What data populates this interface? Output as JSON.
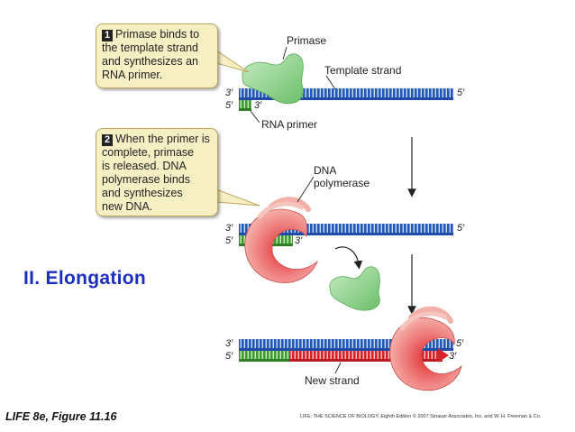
{
  "callouts": [
    {
      "number": "1",
      "text": "Primase binds to\nthe template strand\nand synthesizes an\nRNA primer."
    },
    {
      "number": "2",
      "text": "When the primer is\ncomplete, primase\nis released. DNA\npolymerase binds\nand synthesizes\nnew DNA."
    }
  ],
  "labels": {
    "primase": "Primase",
    "template_strand": "Template strand",
    "rna_primer": "RNA primer",
    "dna_polymerase": "DNA\npolymerase",
    "new_strand": "New strand"
  },
  "strand_ends": {
    "three_prime": "3′",
    "five_prime": "5′"
  },
  "section_title": "II.  Elongation",
  "footer": {
    "figure": "LIFE 8e, Figure 11.16",
    "credit": "LIFE: THE SCIENCE OF BIOLOGY, Eighth Edition  © 2007 Sinauer Associates, Inc. and W. H. Freeman & Co."
  },
  "colors": {
    "template_strand": "#2458b8",
    "rna_primer": "#3e9a2e",
    "new_strand": "#d8232a",
    "primase": "#9fd49a",
    "dna_polymerase": "#ea6d6d",
    "callout_bg": "#f7efc4",
    "title": "#1b2fbf"
  }
}
